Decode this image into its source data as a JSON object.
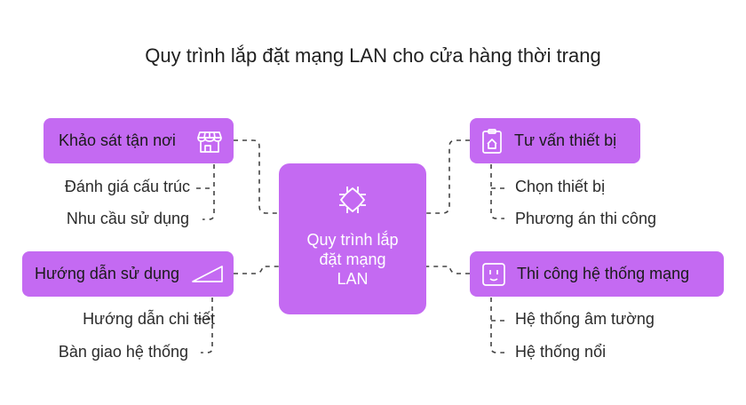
{
  "title": "Quy trình lắp đặt mạng LAN cho cửa hàng thời trang",
  "center": {
    "label": "Quy trình lắp\nđặt mạng\nLAN",
    "icon": "circuit-chip-icon"
  },
  "branches": {
    "top_left": {
      "label": "Khảo sát tận nơi",
      "icon": "storefront-icon",
      "items": [
        "Đánh giá cấu trúc",
        "Nhu cầu sử dụng"
      ]
    },
    "bottom_left": {
      "label": "Hướng dẫn sử dụng",
      "icon": "ramp-icon",
      "items": [
        "Hướng dẫn chi tiết",
        "Bàn giao hệ thống"
      ]
    },
    "top_right": {
      "label": "Tư vấn thiết bị",
      "icon": "clipboard-home-icon",
      "items": [
        "Chọn thiết bị",
        "Phương án thi công"
      ]
    },
    "bottom_right": {
      "label": "Thi công hệ thống mạng",
      "icon": "outlet-icon",
      "items": [
        "Hệ thống âm tường",
        "Hệ thống nổi"
      ]
    }
  },
  "colors": {
    "node": "#c46af2",
    "connector": "#444444",
    "center_text": "#ffffff"
  }
}
